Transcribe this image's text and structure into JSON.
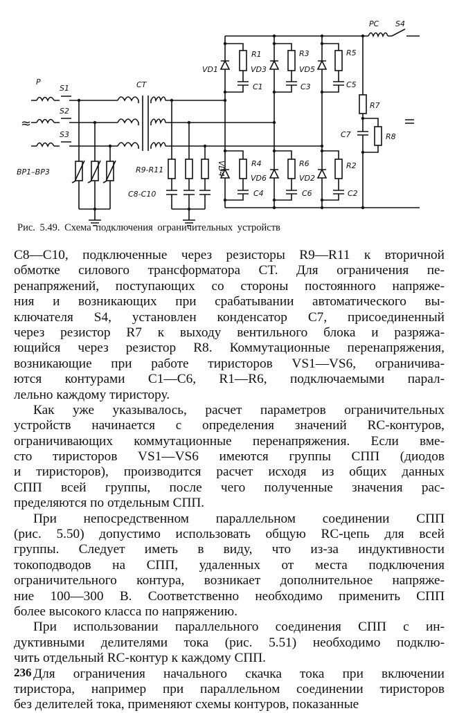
{
  "figure": {
    "labels": {
      "P": "P",
      "S1": "S1",
      "S2": "S2",
      "S3": "S3",
      "CT": "CT",
      "BP": "BP1–BP3",
      "R9R11": "R9-R11",
      "C8C10": "C8-C10",
      "VD4": "VD4",
      "R1": "R1",
      "VD1": "VD1",
      "VD3": "VD3",
      "C1": "C1",
      "R3": "R3",
      "VD5": "VD5",
      "C3": "C3",
      "R5": "R5",
      "C5": "C5",
      "R4": "R4",
      "VD6": "VD6",
      "C4": "C4",
      "R6": "R6",
      "VD2": "VD2",
      "C6": "C6",
      "R2": "R2",
      "C2": "C2",
      "R7": "R7",
      "C7": "C7",
      "R8": "R8",
      "PC": "PC",
      "S4": "S4",
      "ac": "≈",
      "dc": "="
    },
    "caption": "Рис. 5.49. Схема подключения ограничительных устройств"
  },
  "paragraphs": [
    {
      "lines": [
        "C8—C10, подключенные через резисторы R9—R11 к вторичной",
        "обмотке силового трансформатора CT. Для ограничения пе-",
        "ренапряжений, поступающих со стороны постоянного напряже-",
        "ния и возникающих при срабатывании автоматического вы-",
        "ключателя S4, установлен конденсатор C7, присоединенный",
        "через резистор R7 к выходу вентильного блока и разряжа-",
        "ющийся через резистор R8. Коммутационные перенапряжения,",
        "возникающие при работе тиристоров VS1—VS6, ограничива-",
        "ются контурами C1—C6, R1—R6, подключаемыми парал-",
        "лельно каждому тиристору."
      ]
    },
    {
      "lines": [
        "Как уже указывалось, расчет параметров ограничительных",
        "устройств начинается с определения значений RC-контуров,",
        "ограничивающих коммутационные перенапряжения. Если вме-",
        "сто тиристоров VS1—VS6 имеются группы СПП (диодов",
        "и тиристоров), производится расчет исходя из общих данных",
        "СПП всей группы, после чего полученные значения рас-",
        "пределяются по отдельным СПП."
      ]
    },
    {
      "lines": [
        "При непосредственном параллельном соединении СПП",
        "(рис. 5.50) допустимо использовать общую RC-цепь для всей",
        "группы. Следует иметь в виду, что из-за индуктивности",
        "токоподводов на СПП, удаленных от места подключения",
        "ограничительного контура, возникает дополнительное напряже-",
        "ние 100—300 В. Соответственно необходимо применить СПП",
        "более высокого класса по напряжению."
      ]
    },
    {
      "lines": [
        "При использовании параллельного соединения СПП с ин-",
        "дуктивными делителями тока (рис. 5.51) необходимо подклю-",
        "чить отдельный RC-контур к каждому СПП."
      ]
    },
    {
      "lines": [
        "Для ограничения начального скачка тока при включении",
        "тиристора, например при параллельном соединении тиристоров",
        "без делителей тока, применяют схемы контуров, показанные"
      ]
    }
  ],
  "page_number": "236"
}
